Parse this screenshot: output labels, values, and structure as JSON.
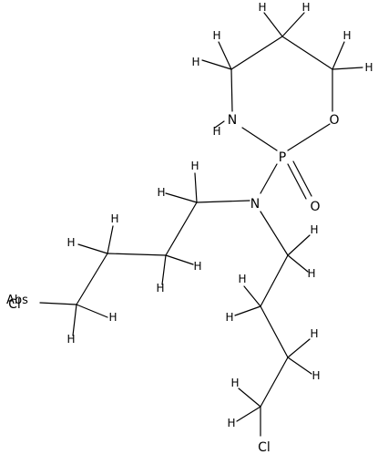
{
  "structure": {
    "atoms": {
      "n_ring": "N",
      "h_on_n": "H",
      "o_ring": "O",
      "p": "P",
      "o_oxo": "O",
      "n_amine": "N",
      "cl_right": "Cl",
      "cl_left": "Cl"
    },
    "abs_marker": "Abs",
    "hydrogen_label": "H"
  }
}
